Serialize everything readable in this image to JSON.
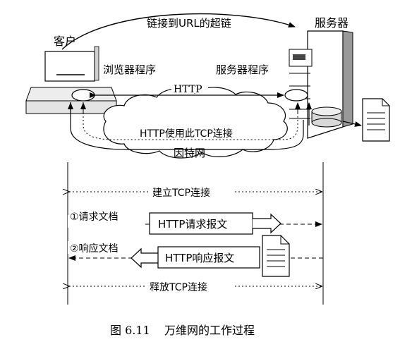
{
  "labels": {
    "link_to_url": "链接到URL的超链",
    "client": "客户",
    "server": "服务器",
    "browser_program": "浏览器程序",
    "server_program": "服务器程序",
    "http": "HTTP",
    "http_uses_tcp": "HTTP使用此TCP连接",
    "internet": "因特网"
  },
  "sequence": {
    "establish_tcp": "建立TCP连接",
    "step1_request_doc": "①请求文档",
    "http_request_msg": "HTTP请求报文",
    "step2_response_doc": "②响应文档",
    "http_response_msg": "HTTP响应报文",
    "release_tcp": "释放TCP连接"
  },
  "caption": "图 6.11    万维网的工作过程"
}
